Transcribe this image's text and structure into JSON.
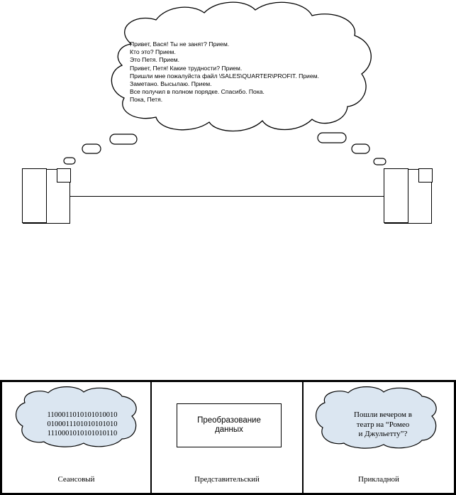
{
  "dialog_lines": [
    "Привет, Вася! Ты не занят? Прием.",
    "Кто это? Прием.",
    "Это Петя. Прием.",
    "Привет, Петя! Какие трудности? Прием.",
    "Пришли мне пожалуйста файл \\SALES\\QUARTER\\PROFIT. Прием.",
    "Заметано. Высылаю. Прием.",
    "Все получил в полном порядке. Спасибо. Пока.",
    "Пока, Петя."
  ],
  "panels": {
    "session": {
      "label": "Сеансовый",
      "binary_lines": [
        "1100011010101010010",
        "0100011101010101010",
        "1110001010101010110"
      ]
    },
    "presentation": {
      "label": "Представительский",
      "box_lines": [
        "Преобразование",
        "данных"
      ]
    },
    "application": {
      "label": "Прикладной",
      "text_lines": [
        "Пошли вечером в",
        "театр на “Ромео",
        "и Джульетту”?"
      ]
    }
  },
  "colors": {
    "line": "#000000",
    "cloud_fill": "#ffffff",
    "small_cloud_fill": "#dbe6f1"
  }
}
